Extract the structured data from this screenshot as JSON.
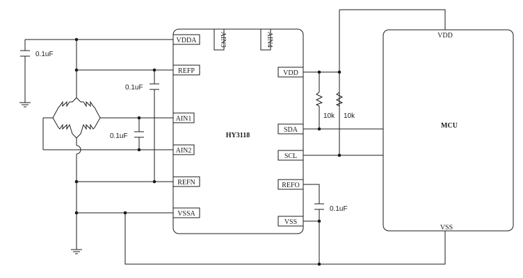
{
  "chip": {
    "name": "HY3118",
    "left_pins": [
      "VDDA",
      "REFP",
      "AIN1",
      "AIN2",
      "REFN",
      "VSSA"
    ],
    "top_pins": [
      "AIN3",
      "AIN4"
    ],
    "right_pins": [
      "VDD",
      "SDA",
      "SCL",
      "REFO",
      "VSS"
    ]
  },
  "mcu": {
    "name": "MCU",
    "vdd_label": "VDD",
    "vss_label": "VSS"
  },
  "components": {
    "cap_vdda": "0.1uF",
    "cap_ref": "0.1uF",
    "cap_ain": "0.1uF",
    "cap_refo": "0.1uF",
    "pullup_sda": "10k",
    "pullup_scl": "10k"
  }
}
